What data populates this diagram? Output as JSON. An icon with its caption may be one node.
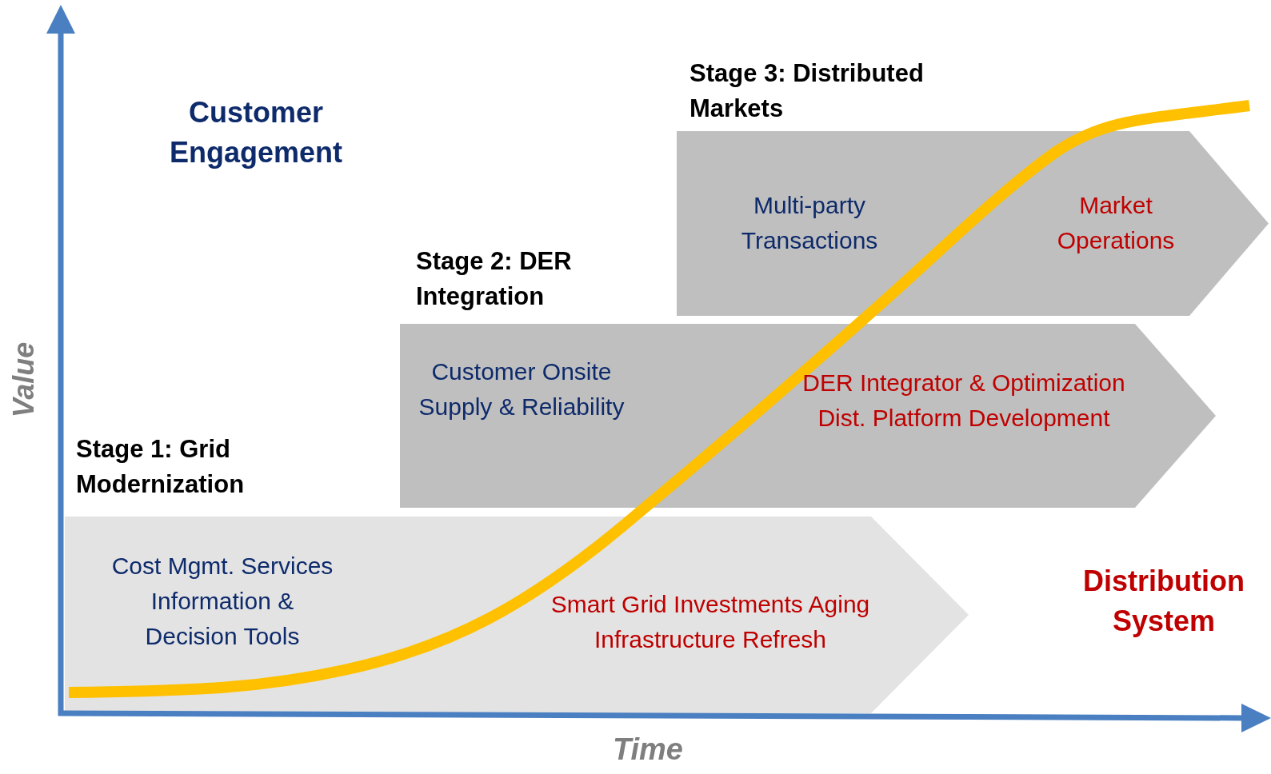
{
  "diagram": {
    "nodes": [
      {
        "text": [
          "Stage 1: Grid Modernization",
          "Cost Mgmt. Services Information & Decision Tools",
          "Smart Grid Investments Aging Infrastructure Refresh"
        ]
      },
      {
        "text": [
          "Stage 2: DER Integration",
          "Customer Onsite Supply & Reliability",
          "DER Integrator & Optimization Dist. Platform Development"
        ]
      },
      {
        "text": [
          "Stage 3: Distributed Markets",
          "Multi-party Transactions",
          "Market Operations"
        ]
      }
    ],
    "edges": [],
    "labels": [
      "Customer Engagement",
      "Value",
      "Distribution System",
      "Time"
    ]
  }
}
